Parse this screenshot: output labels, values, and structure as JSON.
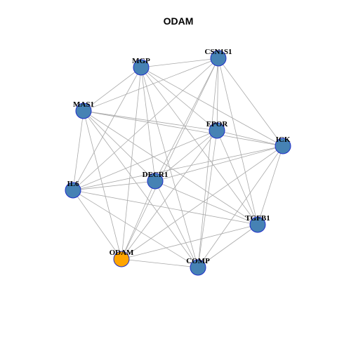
{
  "title": "ODAM",
  "colors": {
    "node_default": "#4682B4",
    "node_highlight": "#FFA500",
    "node_border": "#1f2ec9",
    "edge": "#a9a9a9"
  },
  "nodes": [
    {
      "id": "CSN1S1",
      "label": "CSN1S1",
      "highlight": false
    },
    {
      "id": "MGP",
      "label": "MGP",
      "highlight": false
    },
    {
      "id": "MAS1",
      "label": "MAS1",
      "highlight": false
    },
    {
      "id": "EPOR",
      "label": "EPOR",
      "highlight": false
    },
    {
      "id": "ICK",
      "label": "ICK",
      "highlight": false
    },
    {
      "id": "DECR1",
      "label": "DECR1",
      "highlight": false
    },
    {
      "id": "IL6",
      "label": "IL6",
      "highlight": false
    },
    {
      "id": "TGFB1",
      "label": "TGFB1",
      "highlight": false
    },
    {
      "id": "ODAM",
      "label": "ODAM",
      "highlight": true
    },
    {
      "id": "COMP",
      "label": "COMP",
      "highlight": false
    }
  ],
  "edges": [
    [
      "CSN1S1",
      "MGP"
    ],
    [
      "CSN1S1",
      "MAS1"
    ],
    [
      "CSN1S1",
      "EPOR"
    ],
    [
      "CSN1S1",
      "ICK"
    ],
    [
      "CSN1S1",
      "DECR1"
    ],
    [
      "CSN1S1",
      "IL6"
    ],
    [
      "CSN1S1",
      "TGFB1"
    ],
    [
      "CSN1S1",
      "ODAM"
    ],
    [
      "CSN1S1",
      "COMP"
    ],
    [
      "MGP",
      "MAS1"
    ],
    [
      "MGP",
      "EPOR"
    ],
    [
      "MGP",
      "ICK"
    ],
    [
      "MGP",
      "DECR1"
    ],
    [
      "MGP",
      "IL6"
    ],
    [
      "MGP",
      "TGFB1"
    ],
    [
      "MGP",
      "ODAM"
    ],
    [
      "MGP",
      "COMP"
    ],
    [
      "MAS1",
      "EPOR"
    ],
    [
      "MAS1",
      "ICK"
    ],
    [
      "MAS1",
      "DECR1"
    ],
    [
      "MAS1",
      "IL6"
    ],
    [
      "MAS1",
      "TGFB1"
    ],
    [
      "MAS1",
      "ODAM"
    ],
    [
      "MAS1",
      "COMP"
    ],
    [
      "EPOR",
      "ICK"
    ],
    [
      "EPOR",
      "DECR1"
    ],
    [
      "EPOR",
      "IL6"
    ],
    [
      "EPOR",
      "TGFB1"
    ],
    [
      "EPOR",
      "ODAM"
    ],
    [
      "EPOR",
      "COMP"
    ],
    [
      "ICK",
      "DECR1"
    ],
    [
      "ICK",
      "IL6"
    ],
    [
      "ICK",
      "TGFB1"
    ],
    [
      "ICK",
      "ODAM"
    ],
    [
      "ICK",
      "COMP"
    ],
    [
      "DECR1",
      "IL6"
    ],
    [
      "DECR1",
      "TGFB1"
    ],
    [
      "DECR1",
      "ODAM"
    ],
    [
      "DECR1",
      "COMP"
    ],
    [
      "IL6",
      "TGFB1"
    ],
    [
      "IL6",
      "ODAM"
    ],
    [
      "IL6",
      "COMP"
    ],
    [
      "TGFB1",
      "ODAM"
    ],
    [
      "TGFB1",
      "COMP"
    ],
    [
      "ODAM",
      "COMP"
    ]
  ]
}
